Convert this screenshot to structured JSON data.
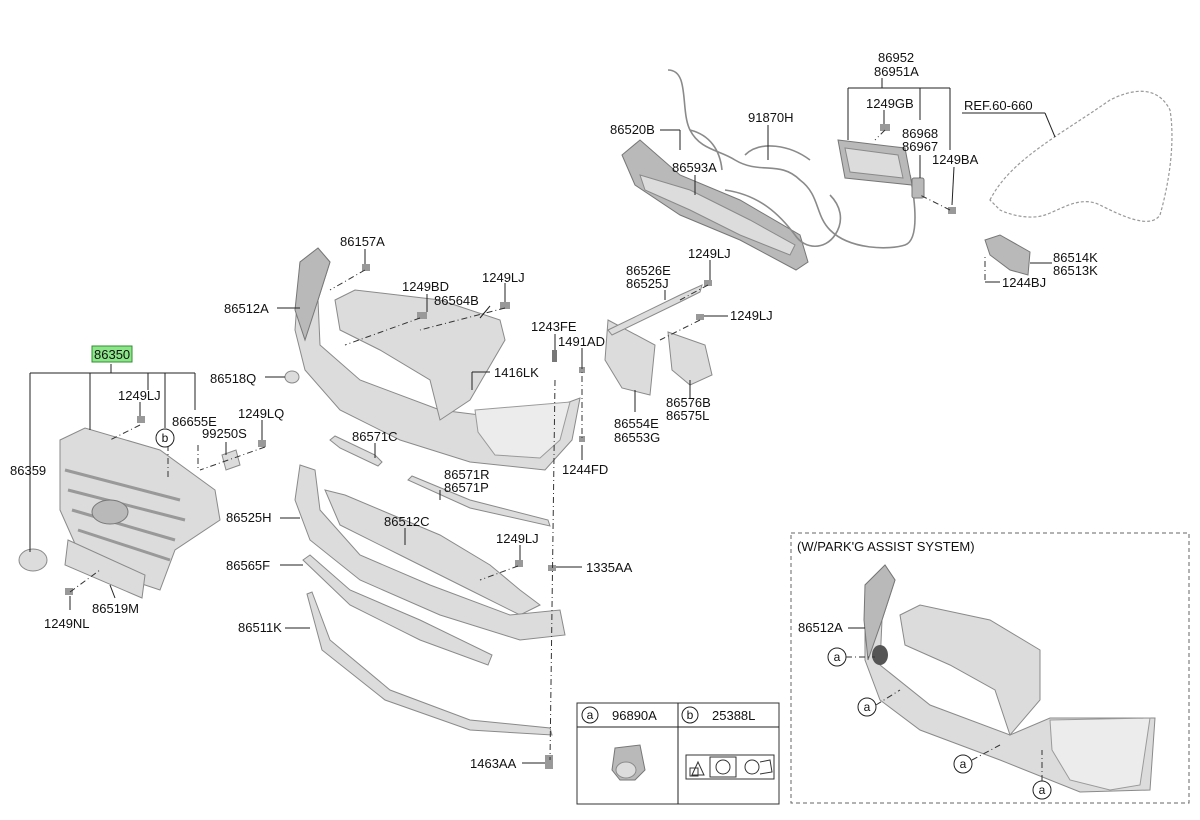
{
  "labels": {
    "p86952": "86952",
    "p86951A": "86951A",
    "p1249GB": "1249GB",
    "p86968": "86968",
    "p86967": "86967",
    "p1249BA": "1249BA",
    "ref": "REF.60-660",
    "p86520B": "86520B",
    "p91870H": "91870H",
    "p86593A": "86593A",
    "p86514K": "86514K",
    "p86513K": "86513K",
    "p1244BJ": "1244BJ",
    "p86157A": "86157A",
    "p86512A": "86512A",
    "p1249BD": "1249BD",
    "p86564B": "86564B",
    "p1249LJ_a": "1249LJ",
    "p86526E": "86526E",
    "p86525J": "86525J",
    "p1249LJ_b": "1249LJ",
    "p1249LJ_c": "1249LJ",
    "p1243FE": "1243FE",
    "p1491AD": "1491AD",
    "p86350": "86350",
    "p86518Q": "86518Q",
    "p1416LK": "1416LK",
    "p86576B": "86576B",
    "p86575L": "86575L",
    "p1249LJ_d": "1249LJ",
    "p86655E": "86655E",
    "p1249LQ": "1249LQ",
    "p99250S": "99250S",
    "p86554E": "86554E",
    "p86553G": "86553G",
    "p86359": "86359",
    "p86571C": "86571C",
    "p1244FD": "1244FD",
    "p86571R": "86571R",
    "p86571P": "86571P",
    "p86525H": "86525H",
    "p86512C": "86512C",
    "p1249LJ_e": "1249LJ",
    "p86565F": "86565F",
    "p1335AA": "1335AA",
    "p86519M": "86519M",
    "p1249NL": "1249NL",
    "p86511K": "86511K",
    "p1463AA": "1463AA",
    "p86512A_inset": "86512A"
  },
  "callouts": {
    "a": "a",
    "b": "b"
  },
  "legend": {
    "a_part": "96890A",
    "b_part": "25388L"
  },
  "inset": {
    "title": "(W/PARK'G ASSIST SYSTEM)"
  },
  "colors": {
    "highlight": "#8de58a",
    "part_fill": "#dcdcdc",
    "line": "#222222"
  }
}
